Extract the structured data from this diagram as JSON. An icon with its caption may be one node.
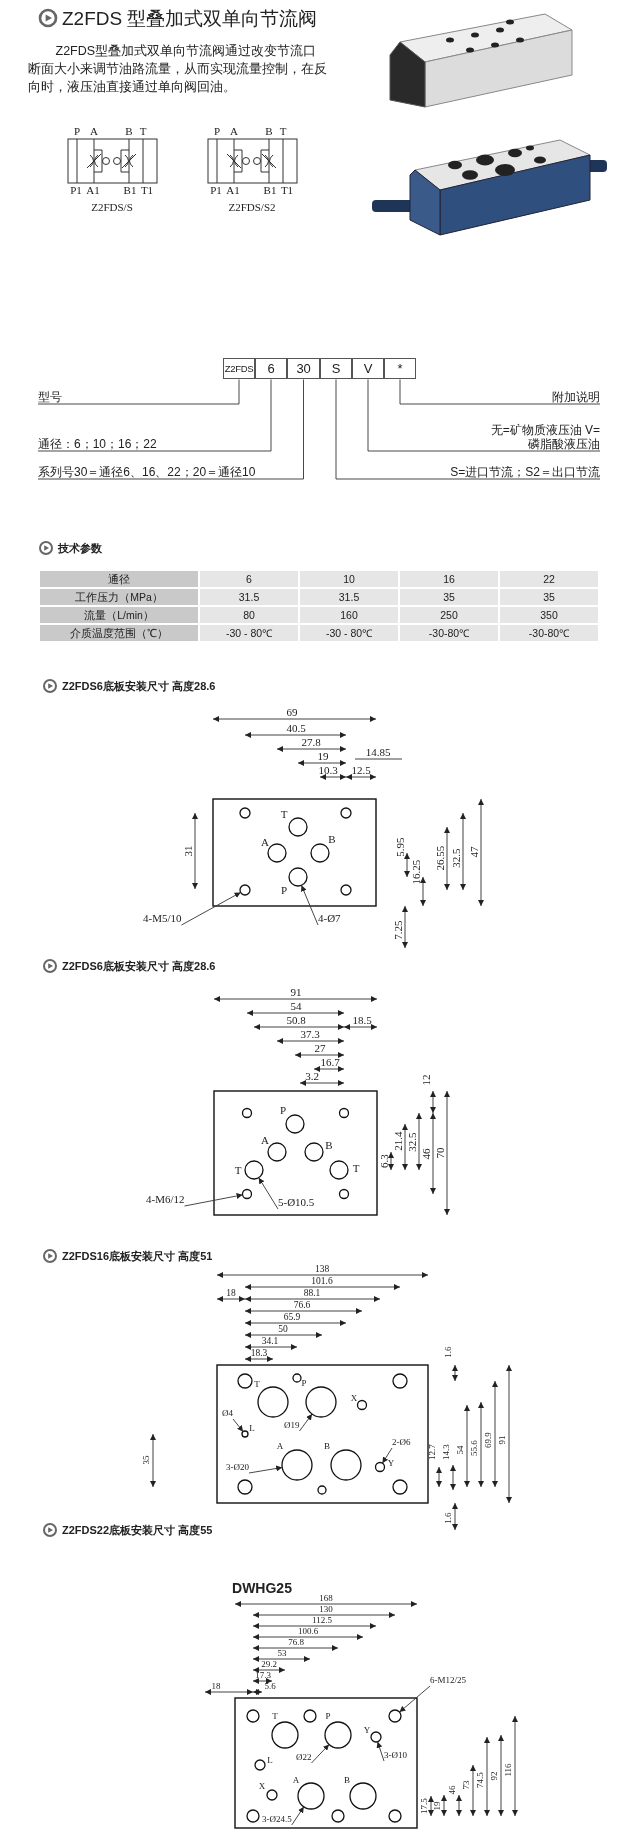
{
  "diagram": {
    "title": "Z2FDS 型叠加式双单向节流阀",
    "nodes": [
      {
        "text": [
          "Z2FDS"
        ]
      },
      {
        "text": [
          "6"
        ]
      },
      {
        "text": [
          "30"
        ]
      },
      {
        "text": [
          "S"
        ]
      },
      {
        "text": [
          "V"
        ]
      },
      {
        "text": [
          "*"
        ]
      },
      {
        "text": [
          "型号"
        ]
      },
      {
        "text": [
          "附加说明"
        ]
      },
      {
        "text": [
          "无=矿物质液压油 V=磷脂酸液压油"
        ]
      },
      {
        "text": [
          "通径：6；10；16；22"
        ]
      },
      {
        "text": [
          "系列号30＝通径6、16、22；20＝通径10"
        ]
      },
      {
        "text": [
          "S=进口节流；S2＝出口节流"
        ]
      },
      {
        "text": [
          "4-M5/10"
        ]
      },
      {
        "text": [
          "4-Ø7"
        ]
      },
      {
        "text": [
          "4-M6/12"
        ]
      },
      {
        "text": [
          "5-Ø10.5"
        ]
      },
      {
        "text": [
          "Ø4"
        ]
      },
      {
        "text": [
          "Ø19"
        ]
      },
      {
        "text": [
          "2-Ø6"
        ]
      },
      {
        "text": [
          "3-Ø20"
        ]
      },
      {
        "text": [
          "6-M12/25"
        ]
      },
      {
        "text": [
          "Ø22"
        ]
      },
      {
        "text": [
          "3-Ø10"
        ]
      },
      {
        "text": [
          "3-Ø24.5"
        ]
      },
      {
        "text": [],
        "shape": "circle"
      },
      {
        "text": [],
        "shape": "circle"
      },
      {
        "text": [],
        "shape": "circle"
      },
      {
        "text": [],
        "shape": "circle"
      },
      {
        "text": [],
        "shape": "circle"
      },
      {
        "text": [],
        "shape": "circle"
      },
      {
        "text": [],
        "shape": "circle"
      },
      {
        "text": [],
        "shape": "circle"
      },
      {
        "text": [],
        "shape": "circle"
      },
      {
        "text": [],
        "shape": "circle"
      },
      {
        "text": [],
        "shape": "circle"
      },
      {
        "text": [],
        "shape": "circle"
      }
    ],
    "edges": [
      {
        "from": 6,
        "to": 0,
        "arrow": "none"
      },
      {
        "from": 7,
        "to": 5,
        "arrow": "none"
      },
      {
        "from": 8,
        "to": 4,
        "arrow": "none"
      },
      {
        "from": 9,
        "to": 1,
        "arrow": "none"
      },
      {
        "from": 10,
        "to": 2,
        "arrow": "none"
      },
      {
        "from": 11,
        "to": 3,
        "arrow": "none"
      },
      {
        "from": 12,
        "to": 24,
        "arrow": "to"
      },
      {
        "from": 13,
        "to": 25,
        "arrow": "to"
      },
      {
        "from": 14,
        "to": 26,
        "arrow": "to"
      },
      {
        "from": 15,
        "to": 27,
        "arrow": "to"
      },
      {
        "from": 16,
        "to": 28,
        "arrow": "to"
      },
      {
        "from": 17,
        "to": 29,
        "arrow": "to"
      },
      {
        "from": 18,
        "to": 30,
        "arrow": "to"
      },
      {
        "from": 19,
        "to": 31,
        "arrow": "to"
      },
      {
        "from": 20,
        "to": 32,
        "arrow": "to"
      },
      {
        "from": 21,
        "to": 33,
        "arrow": "to"
      },
      {
        "from": 22,
        "to": 34,
        "arrow": "to"
      },
      {
        "from": 23,
        "to": 35,
        "arrow": "to"
      }
    ],
    "labels": [
      "Z2FDS型叠加式双单向节流阀通过改变节流口断面大小来调节油路流量，从而实现流量控制，在反向时，液压油直接通过单向阀回油。",
      "P",
      "A",
      "B",
      "T",
      "P1",
      "A1",
      "B1",
      "T1",
      "Z2FDS/S",
      "P",
      "A",
      "B",
      "T",
      "P1",
      "A1",
      "B1",
      "T1",
      "Z2FDS/S2",
      "技术参数",
      "通径",
      "6",
      "10",
      "16",
      "22",
      "工作压力（MPa）",
      "31.5",
      "31.5",
      "35",
      "35",
      "流量（L/min）",
      "80",
      "160",
      "250",
      "350",
      "介质温度范围（℃）",
      "-30 - 80℃",
      "-30 - 80℃",
      "-30-80℃",
      "-30-80℃",
      "Z2FDS6底板安装尺寸 高度28.6",
      "69",
      "40.5",
      "27.8",
      "14.85",
      "19",
      "10.3",
      "12.5",
      "T",
      "A",
      "B",
      "P",
      "31",
      "5.95",
      "16.25",
      "26.55",
      "32.5",
      "47",
      "7.25",
      "Z2FDS6底板安装尺寸 高度28.6",
      "91",
      "54",
      "50.8",
      "18.5",
      "37.3",
      "27",
      "16.7",
      "3.2",
      "12",
      "P",
      "A",
      "B",
      "T",
      "T",
      "6.3",
      "21.4",
      "32.5",
      "46",
      "70",
      "Z2FDS16底板安装尺寸 高度51",
      "138",
      "101.6",
      "18",
      "88.1",
      "76.6",
      "65.9",
      "50",
      "34.1",
      "18.3",
      "1.6",
      "T",
      "P",
      "X",
      "L",
      "A",
      "B",
      "Y",
      "35",
      "12.7",
      "14.3",
      "54",
      "55.6",
      "69.9",
      "91",
      "1.6",
      "Z2FDS22底板安装尺寸 高度55",
      "DWHG25",
      "168",
      "130",
      "112.5",
      "100.6",
      "76.8",
      "53",
      "29.2",
      "17.3",
      "18",
      "5.6",
      "T",
      "P",
      "Y",
      "L",
      "X",
      "A",
      "B",
      "73",
      "74.5",
      "92",
      "116",
      "46",
      "17.5",
      "19"
    ]
  }
}
